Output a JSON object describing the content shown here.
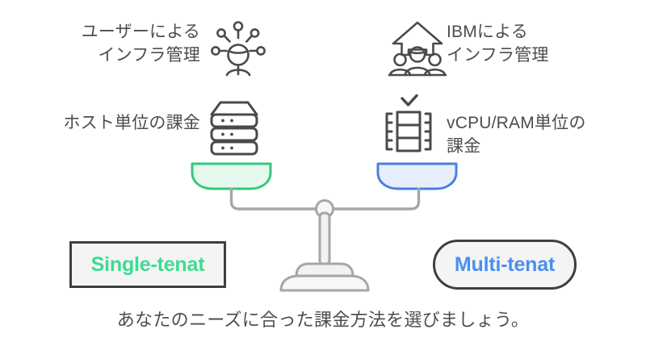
{
  "diagram": {
    "title_caption": "あなたのニーズに合った課金方法を選びましょう。",
    "colors": {
      "single_tenant_accent": "#3ddc91",
      "multi_tenant_accent": "#4a90f0",
      "pan_left_stroke": "#32c97d",
      "pan_left_fill": "#e6f9ef",
      "pan_right_stroke": "#4a7fe0",
      "pan_right_fill": "#e8effc",
      "scale_gray": "#a6a6a6",
      "icon_gray": "#4a4a4a",
      "text_gray": "#4d4d4d",
      "badge_border": "#3f3f3f",
      "badge_fill": "#f4f4f4"
    }
  },
  "left_side": {
    "management_label": "ユーザーによる\nインフラ管理",
    "management_icon": "user-infrastructure-icon",
    "billing_label": "ホスト単位の課金",
    "billing_icon": "server-stack-icon",
    "badge_label": "Single-tenat",
    "pan_name": "left-scale-pan"
  },
  "right_side": {
    "management_label": "IBMによる\nインフラ管理",
    "management_icon": "ibm-managed-infrastructure-icon",
    "billing_label": "vCPU/RAM単位の\n課金",
    "billing_icon": "memory-module-icon",
    "badge_label": "Multi-tenat",
    "pan_name": "right-scale-pan"
  }
}
